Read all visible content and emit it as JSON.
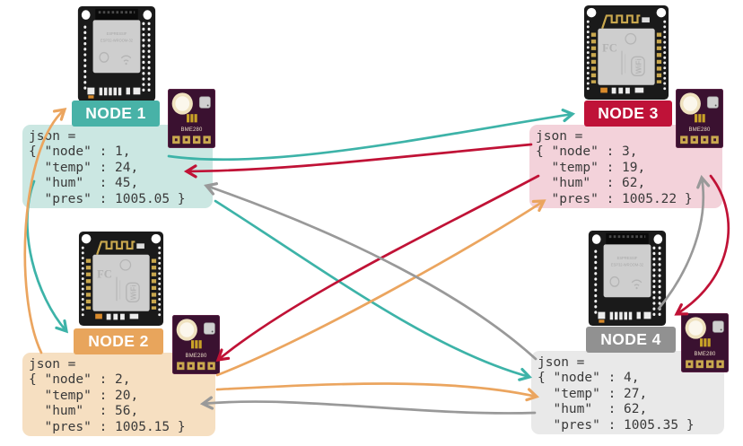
{
  "sensor_label": "BME280",
  "board_texts": {
    "type_a_line1": "ESPRESSIF",
    "type_a_line2": "ESP32-WROOM-32",
    "type_b_fcc": "FC",
    "type_b_wifi": "WiFi"
  },
  "arrow_colors": {
    "node1": "#3db3a8",
    "node2": "#eba55f",
    "node3": "#c01236",
    "node4": "#999999"
  },
  "nodes": [
    {
      "label": "NODE 1",
      "accent": "#48b2a7",
      "block_bg": "#cbe7e2",
      "board_type": "esp32-wroom-shield",
      "sensor": "BME280",
      "code": "json =\n{ \"node\" : 1,\n  \"temp\" : 24,\n  \"hum\"  : 45,\n  \"pres\" : 1005.05 }",
      "readings": {
        "node": 1,
        "temp": 24,
        "hum": 45,
        "pres": 1005.05
      }
    },
    {
      "label": "NODE 2",
      "accent": "#e8a55c",
      "block_bg": "#f6dfc1",
      "board_type": "esp32-pcb-antenna",
      "sensor": "BME280",
      "code": "json =\n{ \"node\" : 2,\n  \"temp\" : 20,\n  \"hum\"  : 56,\n  \"pres\" : 1005.15 }",
      "readings": {
        "node": 2,
        "temp": 20,
        "hum": 56,
        "pres": 1005.15
      }
    },
    {
      "label": "NODE 3",
      "accent": "#bf1238",
      "block_bg": "#f3d2da",
      "board_type": "esp32-pcb-antenna",
      "sensor": "BME280",
      "code": "json =\n{ \"node\" : 3,\n  \"temp\" : 19,\n  \"hum\"  : 62,\n  \"pres\" : 1005.22 }",
      "readings": {
        "node": 3,
        "temp": 19,
        "hum": 62,
        "pres": 1005.22
      }
    },
    {
      "label": "NODE 4",
      "accent": "#919191",
      "block_bg": "#e9e9e9",
      "board_type": "esp32-wroom-shield",
      "sensor": "BME280",
      "code": "json =\n{ \"node\" : 4,\n  \"temp\" : 27,\n  \"hum\"  : 62,\n  \"pres\" : 1005.35 }",
      "readings": {
        "node": 4,
        "temp": 27,
        "hum": 62,
        "pres": 1005.35
      }
    }
  ],
  "connections": [
    {
      "from": "NODE 1",
      "to": "NODE 2"
    },
    {
      "from": "NODE 1",
      "to": "NODE 3"
    },
    {
      "from": "NODE 1",
      "to": "NODE 4"
    },
    {
      "from": "NODE 2",
      "to": "NODE 1"
    },
    {
      "from": "NODE 2",
      "to": "NODE 3"
    },
    {
      "from": "NODE 2",
      "to": "NODE 4"
    },
    {
      "from": "NODE 3",
      "to": "NODE 1"
    },
    {
      "from": "NODE 3",
      "to": "NODE 2"
    },
    {
      "from": "NODE 3",
      "to": "NODE 4"
    },
    {
      "from": "NODE 4",
      "to": "NODE 1"
    },
    {
      "from": "NODE 4",
      "to": "NODE 2"
    },
    {
      "from": "NODE 4",
      "to": "NODE 3"
    }
  ]
}
